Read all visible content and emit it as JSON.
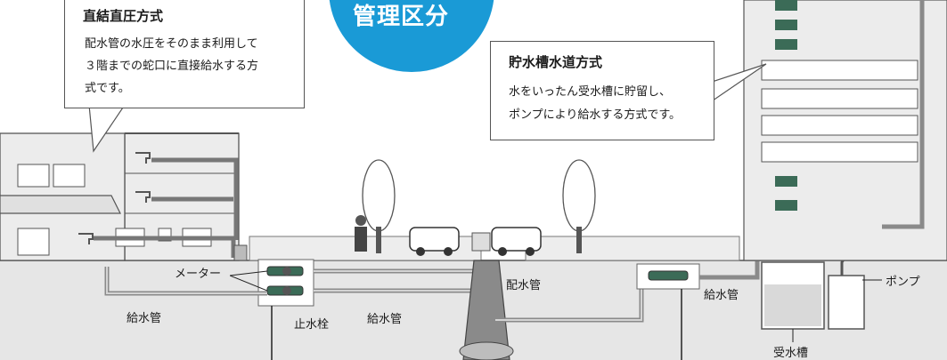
{
  "badge": {
    "text": "管理区分",
    "color": "#1a9ad6"
  },
  "direct_pressure": {
    "title": "直結直圧方式",
    "lines": [
      "配水管の水圧をそのまま利用して",
      "３階までの蛇口に直接給水する方",
      "式です。"
    ]
  },
  "tank_system": {
    "title": "貯水槽水道方式",
    "lines": [
      "水をいったん受水槽に貯留し、",
      "ポンプにより給水する方式です。"
    ]
  },
  "labels": {
    "meter": "メーター",
    "supply_pipe_left": "給水管",
    "stop_valve": "止水栓",
    "supply_pipe_mid": "給水管",
    "distribution_main": "配水管",
    "supply_pipe_right": "給水管",
    "pump": "ポンプ",
    "receiving_tank": "受水槽"
  },
  "colors": {
    "ground": "#e6e6e6",
    "wall": "#e9e9e9",
    "line": "#4a4a4a",
    "accent": "#1a9ad6"
  }
}
